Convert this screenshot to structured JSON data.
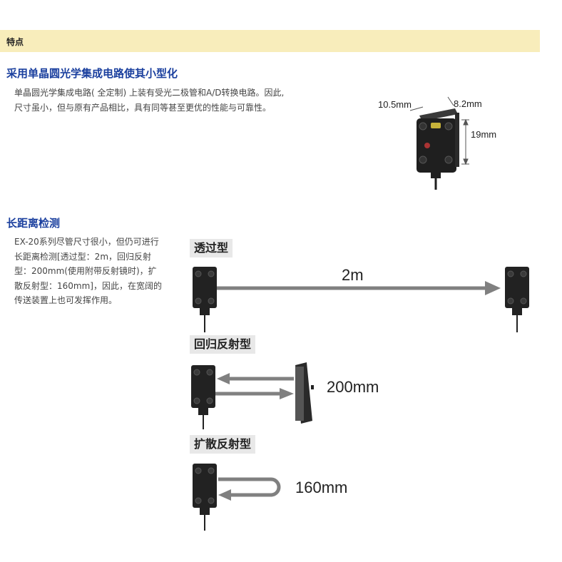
{
  "header": {
    "title": "特点"
  },
  "section1": {
    "heading": "采用单晶圆光学集成电路使其小型化",
    "lines": [
      "单晶圆光学集成电路( 全定制) 上装有受光二极管和A/D转换电路。因此,",
      "尺寸虽小，但与原有产品相比，具有同等甚至更优的性能与可靠性。"
    ],
    "dimensions": {
      "width": "10.5mm",
      "depth": "8.2mm",
      "height": "19mm"
    }
  },
  "section2": {
    "heading": "长距离检测",
    "lines": [
      "EX-20系列尽管尺寸很小，但仍可进行",
      "长距离检测[透过型：2m，回归反射",
      "型：200mm(使用附带反射镜时)，扩",
      "散反射型：160mm]，因此，在宽阔的",
      "传送装置上也可发挥作用。"
    ],
    "diagrams": [
      {
        "type_label": "透过型",
        "distance": "2m"
      },
      {
        "type_label": "回归反射型",
        "distance": "200mm"
      },
      {
        "type_label": "扩散反射型",
        "distance": "160mm"
      }
    ]
  },
  "colors": {
    "header_bg": "#f8edbb",
    "heading": "#1a3f9e",
    "arrow": "#808080",
    "sensor": "#1e1e1e"
  }
}
